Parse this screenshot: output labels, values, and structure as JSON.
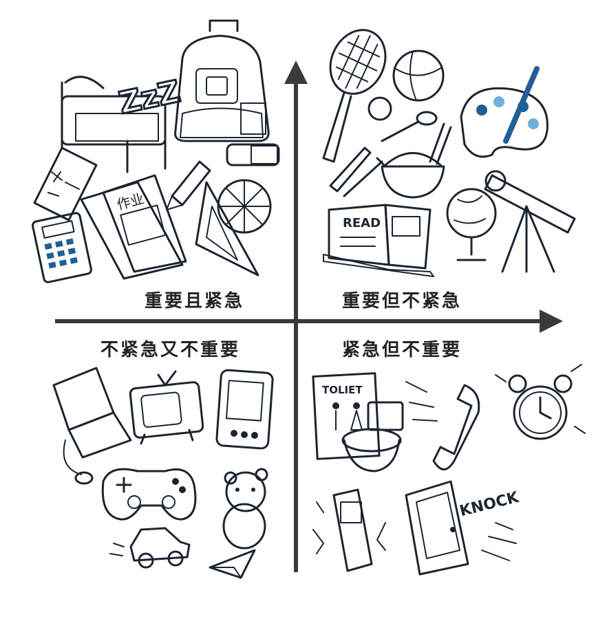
{
  "quadrants": {
    "top_left": {
      "label": "重要且紧急"
    },
    "top_right": {
      "label": "重要但不紧急"
    },
    "bottom_left": {
      "label": "不紧急又不重要"
    },
    "bottom_right": {
      "label": "紧急但不重要"
    }
  },
  "doodle_text": {
    "sleep": "ZzZ",
    "homework": "作业",
    "read": "READ",
    "toilet": "TOLIET",
    "knock": "KNOCK"
  },
  "colors": {
    "ink": "#1c2430",
    "blue_light": "#cfe6f7",
    "blue_mid": "#6fb0e0",
    "blue_dark": "#1f5f95",
    "navy": "#0f2c4d"
  },
  "icons": [
    "bed-icon",
    "backpack-icon",
    "calculator-icon",
    "book-icon",
    "pencil-icon",
    "triangle-ruler-icon",
    "protractor-icon",
    "eraser-icon",
    "tennis-racket-icon",
    "basketball-icon",
    "palette-icon",
    "bowl-icon",
    "telescope-icon",
    "globe-icon",
    "laptop-icon",
    "tv-icon",
    "phone-icon",
    "gamepad-icon",
    "teddy-bear-icon",
    "toy-car-icon",
    "paper-plane-icon",
    "toilet-icon",
    "telephone-handset-icon",
    "alarm-clock-icon",
    "door-icon",
    "ringing-phone-icon"
  ]
}
